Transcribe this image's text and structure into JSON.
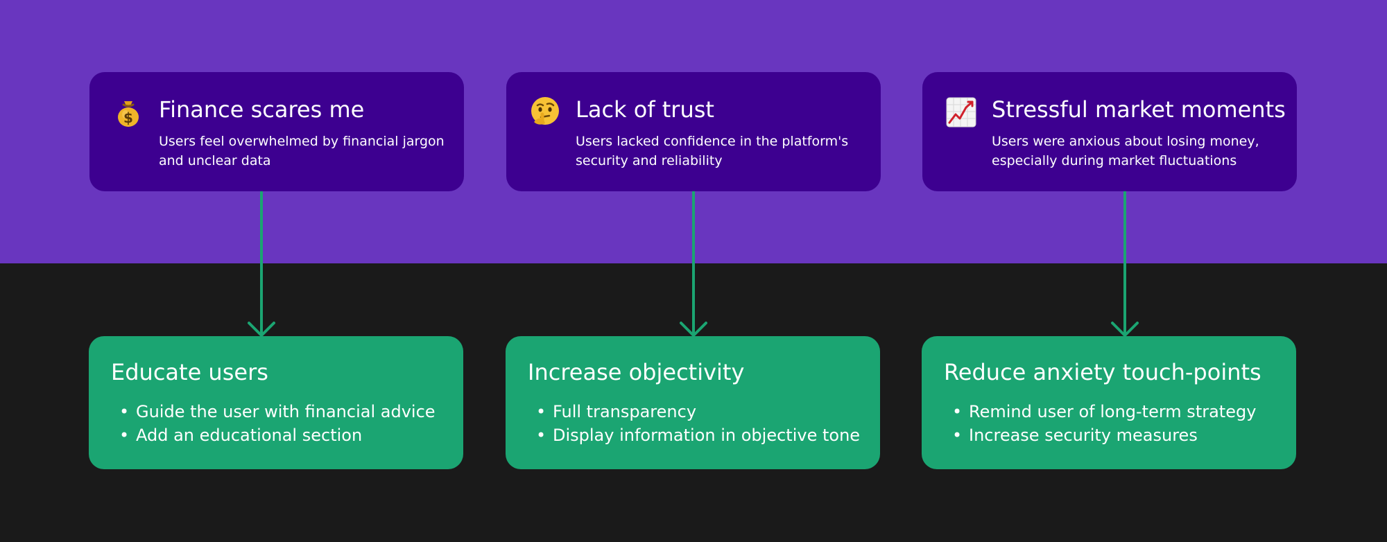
{
  "colors": {
    "top_background": "#6936bf",
    "bottom_background": "#1a1a1a",
    "problem_card": "#3d0090",
    "solution_card": "#1ba572",
    "arrow": "#1ba572",
    "text": "#ffffff"
  },
  "problems": [
    {
      "icon": "money-bag-icon",
      "title": "Finance scares me",
      "description": "Users feel overwhelmed by financial jargon and unclear data"
    },
    {
      "icon": "thinking-face-icon",
      "title": "Lack of trust",
      "description": " Users lacked confidence in the platform's security and reliability"
    },
    {
      "icon": "chart-increasing-icon",
      "title": "Stressful market moments",
      "description": "Users were anxious about losing money, especially during market fluctuations"
    }
  ],
  "solutions": [
    {
      "title": "Educate users",
      "bullets": [
        "Guide the user with financial advice",
        "Add an educational section"
      ]
    },
    {
      "title": "Increase objectivity",
      "bullets": [
        "Full transparency",
        "Display information in objective tone"
      ]
    },
    {
      "title": "Reduce anxiety touch-points",
      "bullets": [
        "Remind user of long-term strategy",
        "Increase security measures"
      ]
    }
  ]
}
